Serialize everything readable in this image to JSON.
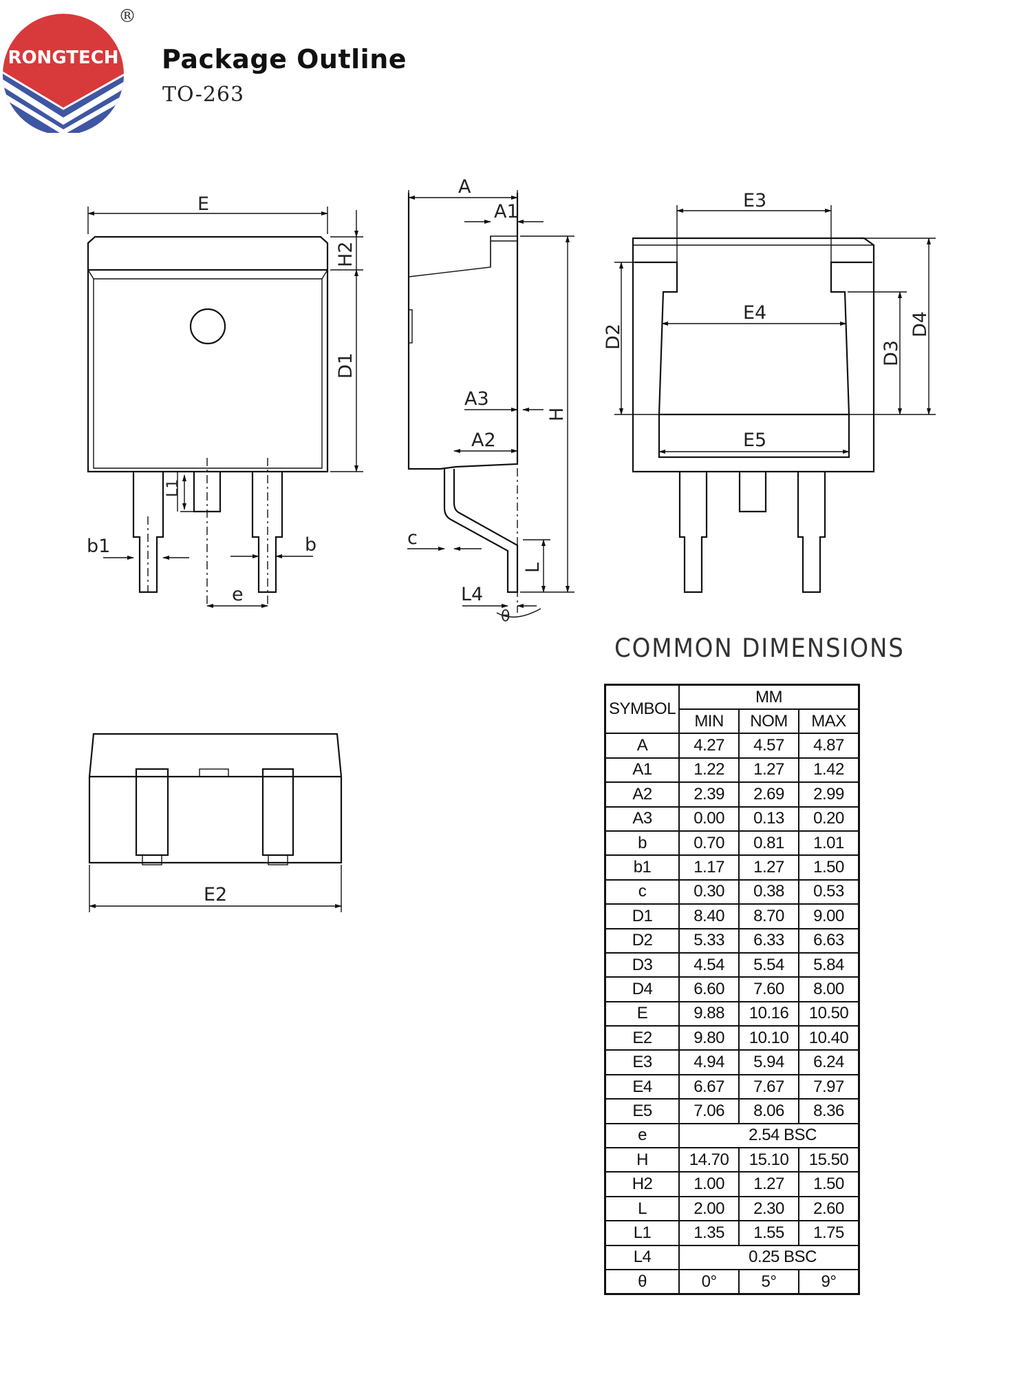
{
  "header": {
    "brand": "RONGTECH",
    "registered_mark": "®",
    "title": "Package Outline",
    "subtitle": "TO-263"
  },
  "drawing_labels": {
    "top_view": {
      "E": "E",
      "H2": "H2",
      "D1": "D1",
      "L1": "L1",
      "b1": "b1",
      "b": "b",
      "e": "e"
    },
    "side_view": {
      "A": "A",
      "A1": "A1",
      "A3": "A3",
      "A2": "A2",
      "H": "H",
      "c": "c",
      "L": "L",
      "L4": "L4",
      "theta": "θ"
    },
    "bottom_view": {
      "E3": "E3",
      "E4": "E4",
      "E5": "E5",
      "D2": "D2",
      "D3": "D3",
      "D4": "D4"
    },
    "front_view": {
      "E2": "E2"
    }
  },
  "dimensions": {
    "heading": "COMMON DIMENSIONS",
    "header": {
      "symbol": "SYMBOL",
      "unit": "MM",
      "min": "MIN",
      "nom": "NOM",
      "max": "MAX"
    },
    "rows": [
      {
        "symbol": "A",
        "min": "4.27",
        "nom": "4.57",
        "max": "4.87"
      },
      {
        "symbol": "A1",
        "min": "1.22",
        "nom": "1.27",
        "max": "1.42"
      },
      {
        "symbol": "A2",
        "min": "2.39",
        "nom": "2.69",
        "max": "2.99"
      },
      {
        "symbol": "A3",
        "min": "0.00",
        "nom": "0.13",
        "max": "0.20"
      },
      {
        "symbol": "b",
        "min": "0.70",
        "nom": "0.81",
        "max": "1.01"
      },
      {
        "symbol": "b1",
        "min": "1.17",
        "nom": "1.27",
        "max": "1.50"
      },
      {
        "symbol": "c",
        "min": "0.30",
        "nom": "0.38",
        "max": "0.53"
      },
      {
        "symbol": "D1",
        "min": "8.40",
        "nom": "8.70",
        "max": "9.00"
      },
      {
        "symbol": "D2",
        "min": "5.33",
        "nom": "6.33",
        "max": "6.63"
      },
      {
        "symbol": "D3",
        "min": "4.54",
        "nom": "5.54",
        "max": "5.84"
      },
      {
        "symbol": "D4",
        "min": "6.60",
        "nom": "7.60",
        "max": "8.00"
      },
      {
        "symbol": "E",
        "min": "9.88",
        "nom": "10.16",
        "max": "10.50"
      },
      {
        "symbol": "E2",
        "min": "9.80",
        "nom": "10.10",
        "max": "10.40"
      },
      {
        "symbol": "E3",
        "min": "4.94",
        "nom": "5.94",
        "max": "6.24"
      },
      {
        "symbol": "E4",
        "min": "6.67",
        "nom": "7.67",
        "max": "7.97"
      },
      {
        "symbol": "E5",
        "min": "7.06",
        "nom": "8.06",
        "max": "8.36"
      },
      {
        "symbol": "e",
        "merged": "2.54  BSC"
      },
      {
        "symbol": "H",
        "min": "14.70",
        "nom": "15.10",
        "max": "15.50"
      },
      {
        "symbol": "H2",
        "min": "1.00",
        "nom": "1.27",
        "max": "1.50"
      },
      {
        "symbol": "L",
        "min": "2.00",
        "nom": "2.30",
        "max": "2.60"
      },
      {
        "symbol": "L1",
        "min": "1.35",
        "nom": "1.55",
        "max": "1.75"
      },
      {
        "symbol": "L4",
        "merged": "0.25  BSC"
      },
      {
        "symbol": "θ",
        "min": "0°",
        "nom": "5°",
        "max": "9°"
      }
    ]
  },
  "colors": {
    "logo_red": "#d8393b",
    "logo_blue": "#3f56a3",
    "line": "#111111"
  }
}
